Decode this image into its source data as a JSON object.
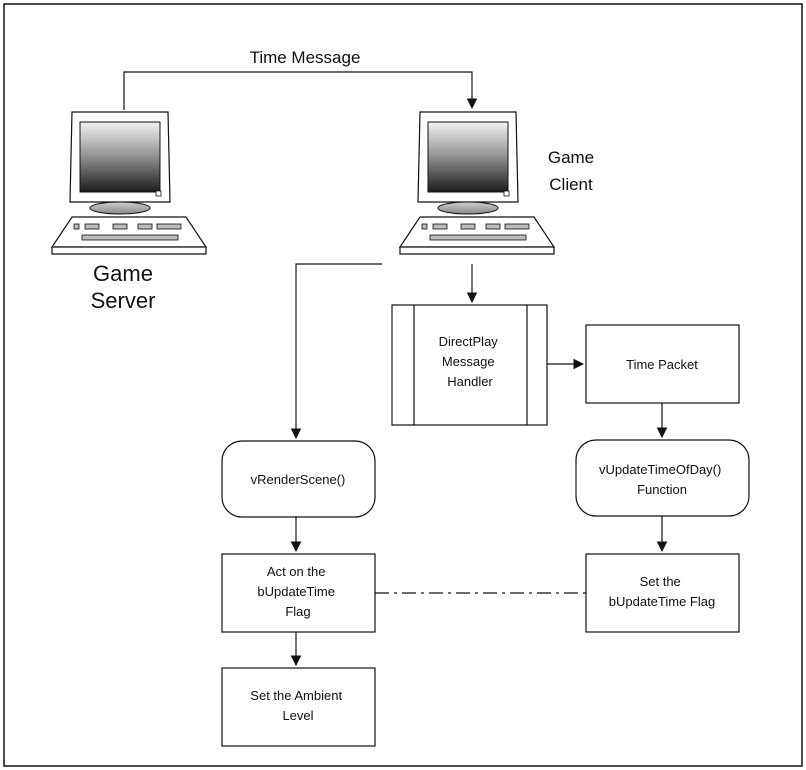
{
  "labels": {
    "time_message": "Time Message",
    "server_line1": "Game",
    "server_line2": "Server",
    "client_line1": "Game",
    "client_line2": "Client"
  },
  "nodes": {
    "directplay": [
      "DirectPlay",
      "Message",
      "Handler"
    ],
    "time_packet": [
      "Time Packet"
    ],
    "render_scene": [
      "vRenderScene()"
    ],
    "update_time": [
      "vUpdateTimeOfDay()",
      "Function"
    ],
    "act_on_flag": [
      "Act on the",
      "bUpdateTime",
      "Flag"
    ],
    "set_flag": [
      "Set the",
      "bUpdateTime Flag"
    ],
    "set_ambient": [
      "Set the Ambient",
      "Level"
    ]
  },
  "icons": [
    "computer-icon"
  ]
}
